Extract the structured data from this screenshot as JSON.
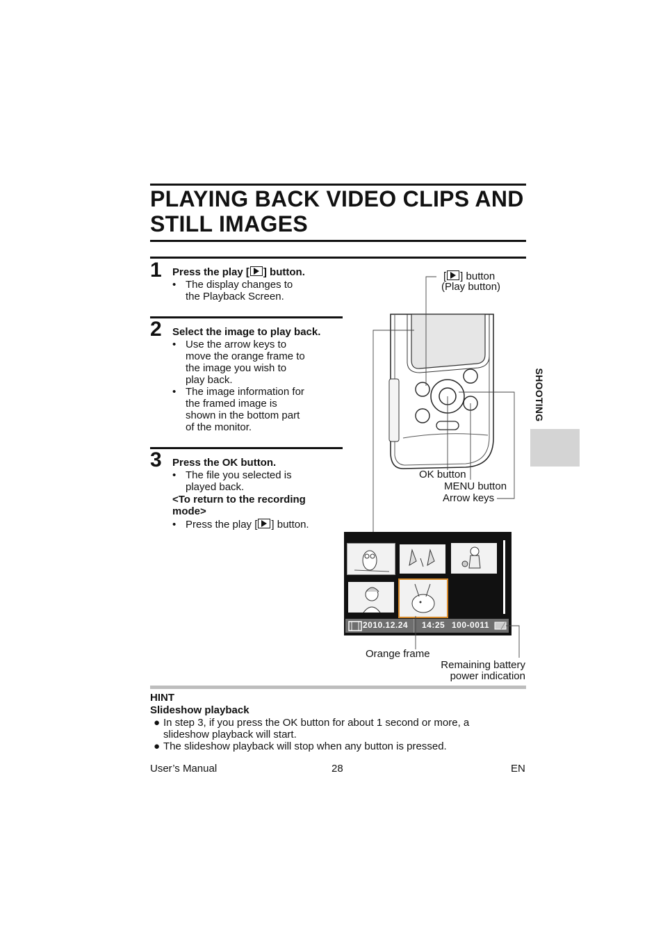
{
  "page": {
    "title_line1": "PLAYING BACK VIDEO CLIPS AND",
    "title_line2": "STILL IMAGES",
    "side_tab_label": "SHOOTING"
  },
  "steps": [
    {
      "number": "1",
      "heading_pre": "Press the play [",
      "heading_post": "] button.",
      "bullets": [
        [
          "The display changes to",
          "the Playback Screen."
        ]
      ]
    },
    {
      "number": "2",
      "heading": "Select the image to play back.",
      "bullets": [
        [
          "Use the arrow keys to",
          "move the orange frame to",
          "the image you wish to",
          "play back."
        ],
        [
          "The image information for",
          "the framed image is",
          "shown in the bottom part",
          "of the monitor."
        ]
      ]
    },
    {
      "number": "3",
      "heading": "Press the OK button.",
      "bullets": [
        [
          "The file you selected is",
          "played back."
        ]
      ],
      "subheading_line1": "<To return to the recording",
      "subheading_line2": "mode>",
      "sub_bullet_pre": "Press the play [",
      "sub_bullet_post": "] button."
    }
  ],
  "figure": {
    "play_button_label_post": "] button",
    "play_button_label_pre": "[",
    "play_button_paren": "(Play button)",
    "ok_button": "OK button",
    "menu_button": "MENU button",
    "arrow_keys": "Arrow keys",
    "orange_frame": "Orange frame",
    "battery_line1": "Remaining battery",
    "battery_line2": "power indication",
    "screen_date": "2010.12.24",
    "screen_time": "14:25",
    "screen_file": "100-0011"
  },
  "hint": {
    "label": "HINT",
    "heading": "Slideshow playback",
    "bullets": [
      [
        "In step 3, if you press the OK button for about 1 second or more, a",
        "slideshow playback will start."
      ],
      [
        "The slideshow playback will stop when any button is pressed."
      ]
    ]
  },
  "footer": {
    "left": "User’s Manual",
    "page_number": "28",
    "right": "EN"
  }
}
